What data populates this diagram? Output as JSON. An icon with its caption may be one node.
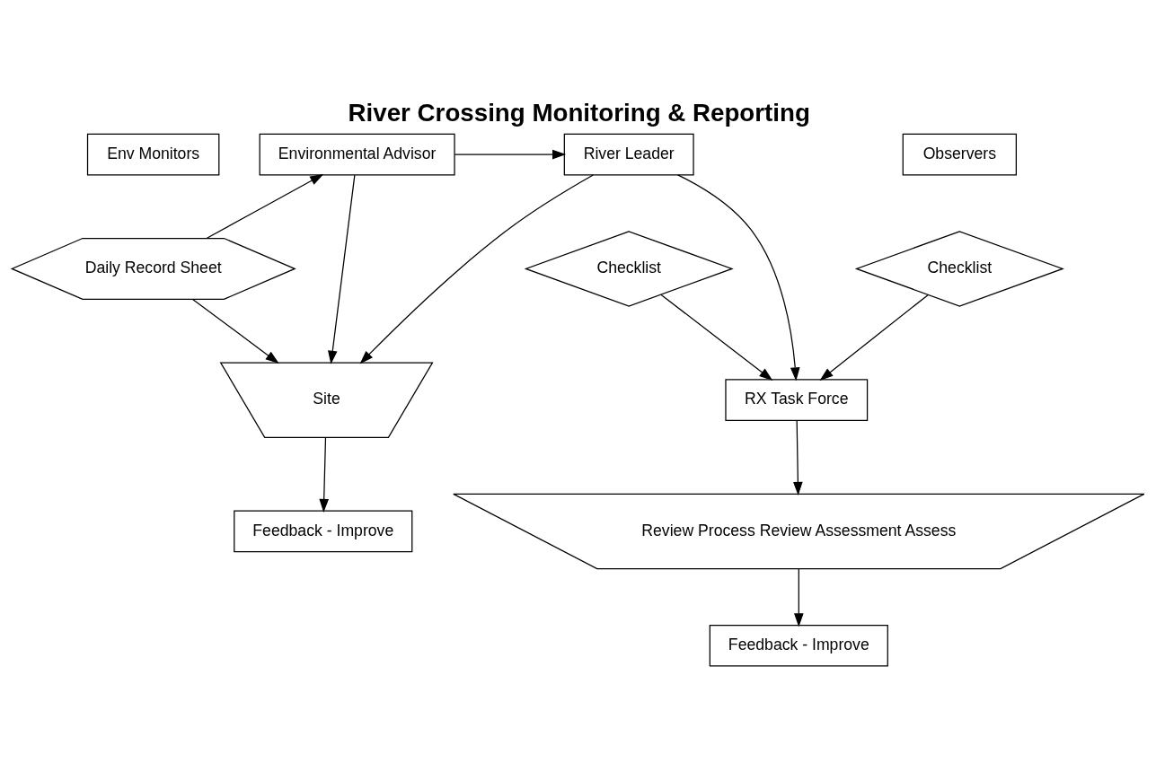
{
  "diagram": {
    "title": "River Crossing Monitoring & Reporting",
    "nodes": [
      {
        "text": [
          "Env Monitors"
        ]
      },
      {
        "text": [
          "Environmental Advisor"
        ]
      },
      {
        "text": [
          "River Leader"
        ]
      },
      {
        "text": [
          "Observers"
        ]
      },
      {
        "text": [
          "Daily Record Sheet"
        ]
      },
      {
        "text": [
          "Checklist"
        ]
      },
      {
        "text": [
          "Checklist"
        ]
      },
      {
        "text": [
          "RX Task Force"
        ]
      },
      {
        "text": [
          "Feedback - Improve"
        ]
      },
      {
        "text": [
          "Site"
        ]
      },
      {
        "text": [
          "Feedback - Improve"
        ]
      },
      {
        "text": [
          "Review Process Review Assessment Assess"
        ]
      }
    ],
    "edges": [
      {
        "from": 4,
        "to": 1,
        "arrow": "to"
      },
      {
        "from": 1,
        "to": 2,
        "arrow": "to"
      },
      {
        "from": 2,
        "to": 7,
        "arrow": "to"
      },
      {
        "from": 5,
        "to": 7,
        "arrow": "to"
      },
      {
        "from": 6,
        "to": 7,
        "arrow": "to"
      },
      {
        "from": 4,
        "to": 9,
        "arrow": "to"
      },
      {
        "from": 1,
        "to": 9,
        "arrow": "to"
      },
      {
        "from": 2,
        "to": 9,
        "arrow": "to"
      },
      {
        "from": 7,
        "to": 11,
        "arrow": "to"
      },
      {
        "from": 9,
        "to": 8,
        "arrow": "to"
      },
      {
        "from": 11,
        "to": 10,
        "arrow": "to"
      }
    ]
  }
}
